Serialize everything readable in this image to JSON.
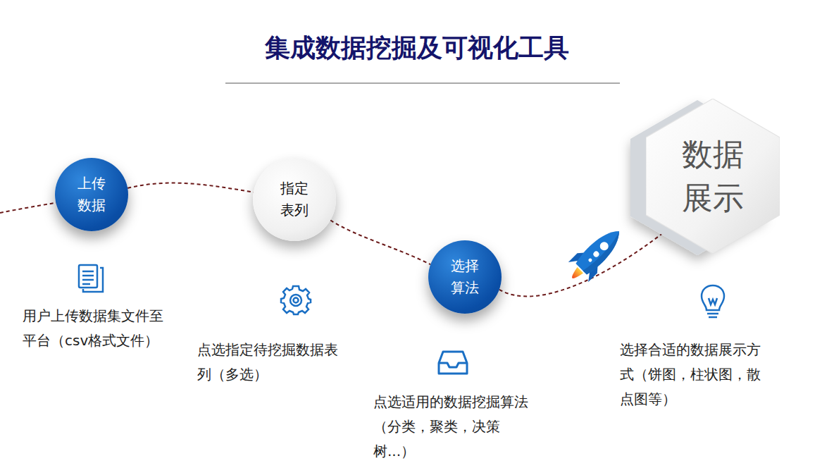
{
  "diagram": {
    "title": "集成数据挖掘及可视化工具",
    "nodes": [
      {
        "text": [
          "上传 数据"
        ]
      },
      {
        "text": [
          "指定 表列"
        ]
      },
      {
        "text": [
          "选择 算法"
        ]
      },
      {
        "text": [
          "数据 展示"
        ]
      }
    ],
    "edges": [
      {
        "from": 0,
        "to": 1,
        "arrow": "none"
      },
      {
        "from": 1,
        "to": 2,
        "arrow": "none"
      },
      {
        "from": 2,
        "to": 3,
        "arrow": "none"
      }
    ],
    "labels": [
      "用户上传数据集文件至 平台（csv格式文件）",
      "点选指定待挖掘数据表 列（多选）",
      "点选适用的数据挖掘算法 （分类，聚类，决策 树...）",
      "选择合适的数据展示方 式（饼图，柱状图，散 点图等）"
    ]
  }
}
